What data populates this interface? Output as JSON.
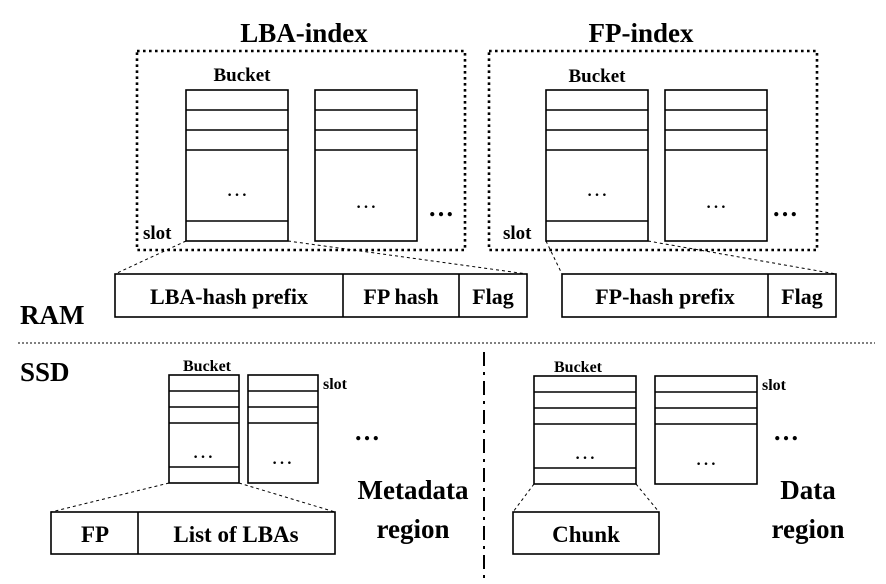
{
  "ram": {
    "label": "RAM",
    "lba_index": {
      "title": "LBA-index",
      "bucket_label": "Bucket",
      "slot_label": "slot",
      "ellipsis": "…",
      "more": "…",
      "entry_fields": [
        "LBA-hash prefix",
        "FP hash",
        "Flag"
      ]
    },
    "fp_index": {
      "title": "FP-index",
      "bucket_label": "Bucket",
      "slot_label": "slot",
      "ellipsis": "…",
      "more": "…",
      "entry_fields": [
        "FP-hash prefix",
        "Flag"
      ]
    }
  },
  "ssd": {
    "label": "SSD",
    "metadata": {
      "bucket_label": "Bucket",
      "slot_label": "slot",
      "ellipsis": "…",
      "more": "…",
      "region_line1": "Metadata",
      "region_line2": "region",
      "entry_fields": [
        "FP",
        "List of LBAs"
      ]
    },
    "data": {
      "bucket_label": "Bucket",
      "slot_label": "slot",
      "ellipsis": "…",
      "more": "…",
      "region_line1": "Data",
      "region_line2": "region",
      "entry_fields": [
        "Chunk"
      ]
    }
  }
}
